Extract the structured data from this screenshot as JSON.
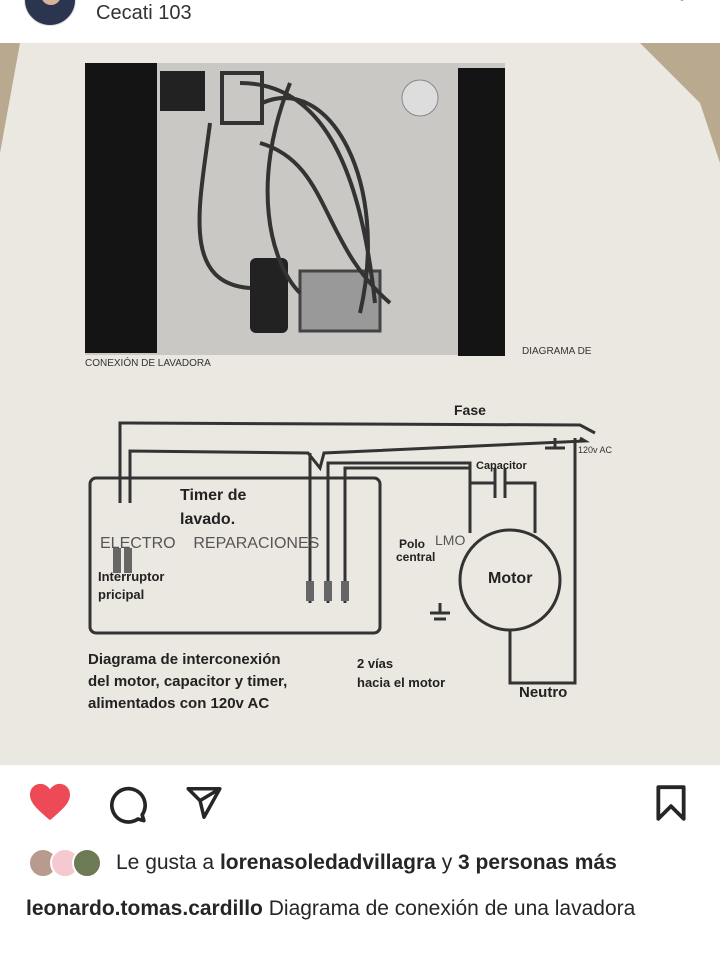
{
  "header": {
    "location": "Cecati 103"
  },
  "photo": {
    "top_caption_left": "CONEXIÓN DE LAVADORA",
    "top_caption_right": "DIAGRAMA DE",
    "fase": "Fase",
    "supply": "120v AC",
    "capacitor": "Capacitor",
    "timer_line1": "Timer de",
    "timer_line2": "lavado.",
    "watermark": "ELECTRO    REPARACIONES",
    "polo_line1": "Polo",
    "polo_line2": "central",
    "lmo": "LMO",
    "motor": "Motor",
    "interruptor_line1": "Interruptor",
    "interruptor_line2": "pricipal",
    "desc_line1": "Diagrama de interconexión",
    "desc_line2": "del motor, capacitor y timer,",
    "desc_line3": "alimentados con 120v AC",
    "vias_line1": "2 vías",
    "vias_line2": "hacia el motor",
    "neutro": "Neutro"
  },
  "likes": {
    "prefix": "Le gusta a",
    "user": "lorenasoledadvillagra",
    "joiner": "y",
    "others": "3 personas más"
  },
  "caption": {
    "user": "leonardo.tomas.cardillo",
    "text": "Diagrama de conexión de una lavadora"
  },
  "colors": {
    "heart": "#ed4956"
  }
}
